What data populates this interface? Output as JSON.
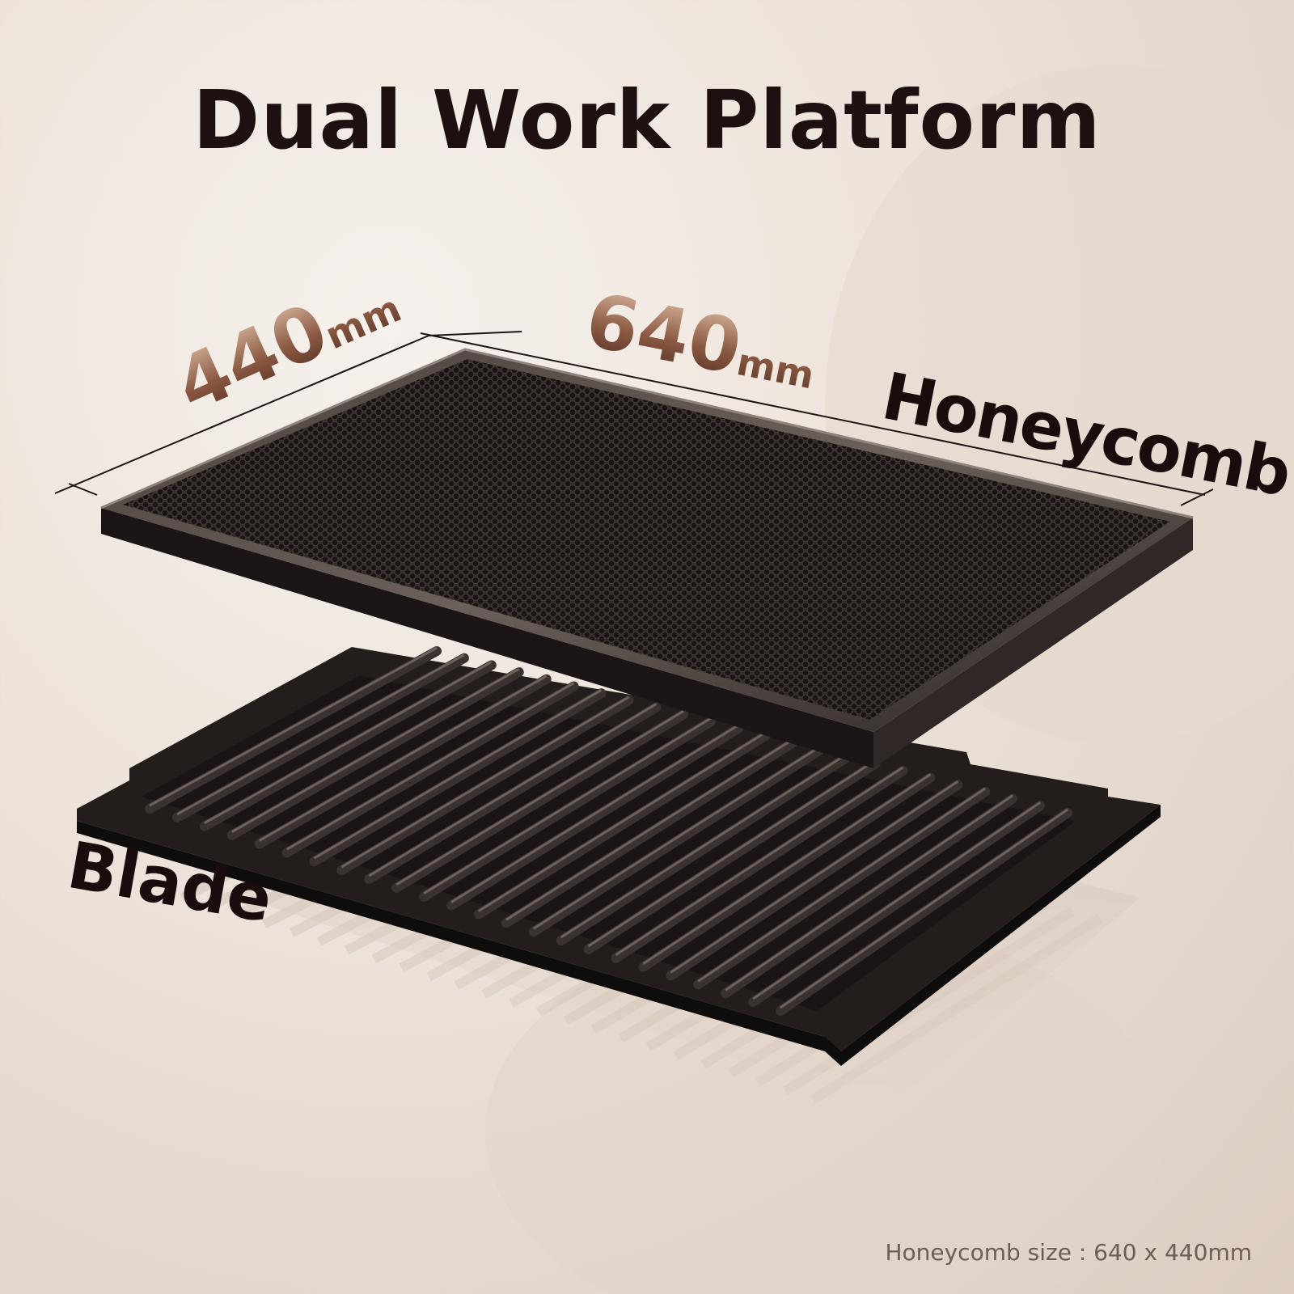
{
  "title": "Dual Work Platform",
  "dimensions": {
    "width_value": "640",
    "width_unit": "mm",
    "depth_value": "440",
    "depth_unit": "mm"
  },
  "labels": {
    "top_platform": "Honeycomb",
    "bottom_platform": "Blade"
  },
  "footnote": "Honeycomb size : 640 x 440mm",
  "colors": {
    "title": "#1e0f10",
    "dimension_gradient_top": "#d6b29a",
    "dimension_gradient_bottom": "#5a3426",
    "platform_dark": "#2a2422"
  },
  "icons": [
    "honeycomb-bed-image",
    "blade-bed-image"
  ]
}
